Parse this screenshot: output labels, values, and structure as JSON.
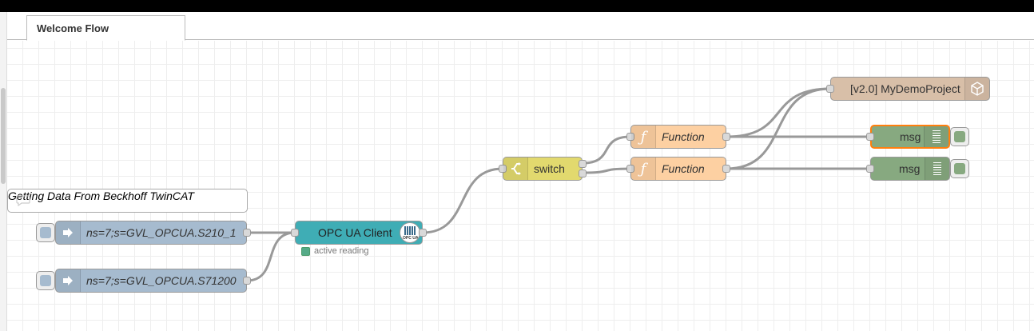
{
  "tab": {
    "label": "Welcome Flow"
  },
  "comment": {
    "text": "Getting Data From Beckhoff TwinCAT"
  },
  "inject_1": {
    "label": "ns=7;s=GVL_OPCUA.S210_1"
  },
  "inject_2": {
    "label": "ns=7;s=GVL_OPCUA.S71200"
  },
  "opcua": {
    "label": "OPC UA Client",
    "status": "active reading",
    "logo_text": "OPC UA"
  },
  "switch": {
    "label": "switch"
  },
  "function_1": {
    "label": "Function"
  },
  "function_2": {
    "label": "Function"
  },
  "project": {
    "label": "[v2.0] MyDemoProject"
  },
  "debug_1": {
    "label": "msg"
  },
  "debug_2": {
    "label": "msg"
  },
  "colors": {
    "inject": "#a6bbcf",
    "opcua": "#3fadb5",
    "switch": "#e2d96e",
    "function": "#fdd0a2",
    "project": "#d8bfa8",
    "debug": "#87a980",
    "status_ok": "#5a8",
    "selected_outline": "#ff7f0e"
  },
  "icons": {
    "inject": "arrow-right-icon",
    "opcua": "opcua-logo-icon",
    "switch": "switch-icon",
    "function": "function-icon",
    "project": "cube-icon",
    "debug": "list-icon",
    "comment": "comment-icon"
  }
}
